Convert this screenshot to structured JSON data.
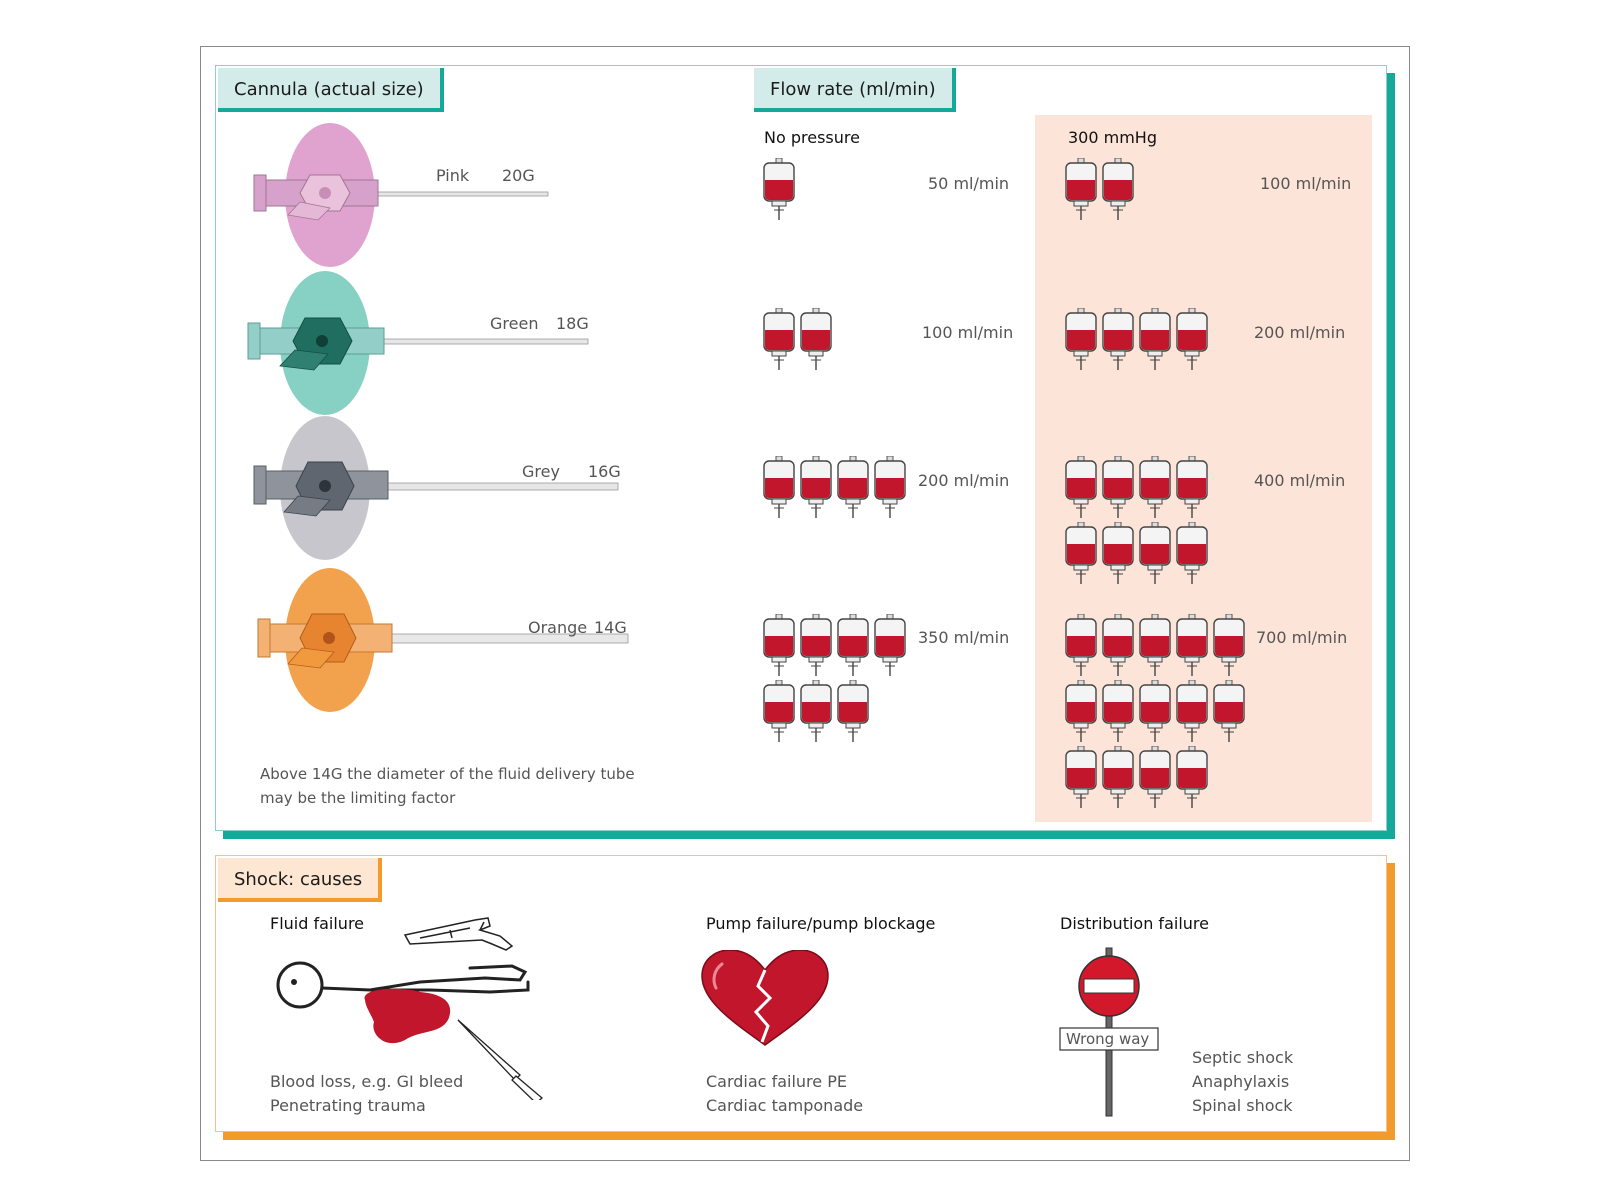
{
  "cannula_panel": {
    "title": "Cannula (actual size)",
    "cannulas": [
      {
        "color_name": "Pink",
        "gauge": "20G",
        "hub_color": "#e0a3cf",
        "body_color": "#d6a2cc",
        "valve_color": "#eac2dc"
      },
      {
        "color_name": "Green",
        "gauge": "18G",
        "hub_color": "#86d1c4",
        "body_color": "#93cfc8",
        "valve_color": "#1f6e60"
      },
      {
        "color_name": "Grey",
        "gauge": "16G",
        "hub_color": "#c6c6cc",
        "body_color": "#8f939b",
        "valve_color": "#5f6670"
      },
      {
        "color_name": "Orange",
        "gauge": "14G",
        "hub_color": "#f2a24c",
        "body_color": "#f3b173",
        "valve_color": "#e7842f"
      }
    ],
    "note": "Above 14G the diameter of the fluid delivery tube may be the limiting factor"
  },
  "flow_panel": {
    "title": "Flow rate (ml/min)",
    "no_pressure_label": "No pressure",
    "pressure_label": "300 mmHg",
    "rows": [
      {
        "no_pressure_rate": "50 ml/min",
        "no_pressure_bags": 1,
        "pressure_rate": "100 ml/min",
        "pressure_bags": 2
      },
      {
        "no_pressure_rate": "100 ml/min",
        "no_pressure_bags": 2,
        "pressure_rate": "200 ml/min",
        "pressure_bags": 4
      },
      {
        "no_pressure_rate": "200 ml/min",
        "no_pressure_bags": 4,
        "pressure_rate": "400 ml/min",
        "pressure_bags": 8
      },
      {
        "no_pressure_rate": "350 ml/min",
        "no_pressure_bags": 7,
        "pressure_rate": "700 ml/min",
        "pressure_bags": 14
      }
    ]
  },
  "shock_panel": {
    "title": "Shock: causes",
    "columns": [
      {
        "heading": "Fluid failure",
        "lines": [
          "Blood loss, e.g. GI bleed",
          "Penetrating trauma"
        ]
      },
      {
        "heading": "Pump failure/pump blockage",
        "lines": [
          "Cardiac failure    PE",
          "Cardiac tamponade"
        ]
      },
      {
        "heading": "Distribution failure",
        "lines": [
          "Septic shock",
          "Anaphylaxis",
          "Spinal shock"
        ],
        "sign_text": "Wrong way"
      }
    ]
  },
  "colors": {
    "teal": "#17a89c",
    "orange": "#f39a2f",
    "blood": "#c1162c",
    "pressure_bg": "#fde4d8"
  },
  "icons": [
    "blood-bag-icon",
    "cannula-icon",
    "stick-figure-icon",
    "revolver-icon",
    "knife-icon",
    "broken-heart-icon",
    "no-entry-sign-icon"
  ]
}
